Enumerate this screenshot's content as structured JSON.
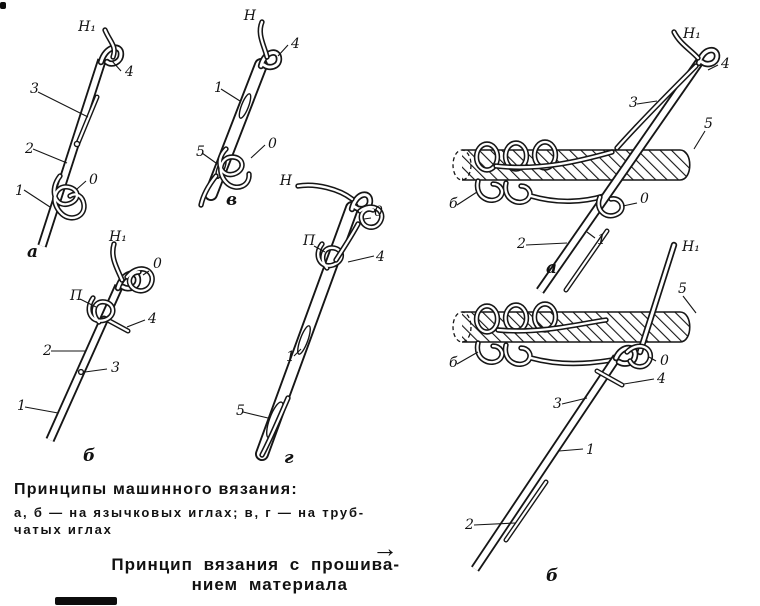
{
  "palette": {
    "paper": "#ffffff",
    "ink": "#161616"
  },
  "captions": {
    "left_title": "Принципы машинного вязания:",
    "left_sub1": "а, б — на язычковых иглах; в, г — на труб-",
    "left_sub2": "чатых иглах",
    "arrow": "→",
    "right_line1": "Принцип вязания с прошива-",
    "right_line2": "нием материала"
  },
  "diagrams": {
    "latch_a": {
      "letter": "а",
      "yarn_end": "Н₁",
      "n4": "4",
      "n3": "3",
      "n2": "2",
      "n1": "1",
      "n0": "0"
    },
    "tube_v": {
      "letter": "в",
      "yarn_end": "Н",
      "n4": "4",
      "n1": "1",
      "n5": "5",
      "n0": "0"
    },
    "latch_b": {
      "letter": "б",
      "yarn_end": "Н₁",
      "n0": "0",
      "pi": "П",
      "n4": "4",
      "n2": "2",
      "n3": "3",
      "n1": "1"
    },
    "tube_g": {
      "letter": "г",
      "yarn_end": "Н",
      "n0": "0",
      "pi": "П",
      "n4": "4",
      "n1": "1",
      "n5": "5"
    },
    "sew_a": {
      "letter": "а",
      "yarn_end": "Н₁",
      "n4": "4",
      "n3": "3",
      "n5": "5",
      "b": "б",
      "n0": "0",
      "n2": "2",
      "n1": "1"
    },
    "sew_b": {
      "letter": "б",
      "yarn_end": "Н₁",
      "n5": "5",
      "b": "б",
      "n0": "0",
      "n4": "4",
      "n3": "3",
      "n1": "1",
      "n2": "2"
    }
  }
}
